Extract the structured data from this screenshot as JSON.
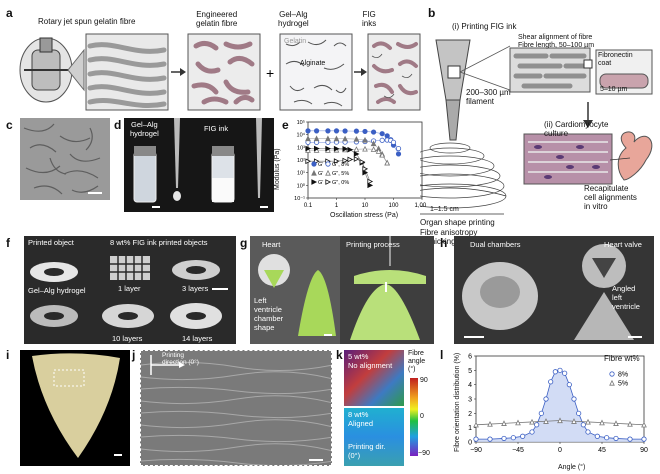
{
  "panels": {
    "a": {
      "letter": "a",
      "step1": "Rotary jet spun gelatin fibre",
      "step2": "Engineered\ngelatin fibre",
      "step3": "Gel–Alg\nhydrogel",
      "step4": "FIG\ninks",
      "gelatin": "Gelatin",
      "alginate": "Alginate",
      "plus": "+"
    },
    "b": {
      "letter": "b",
      "title": "(i) Printing FIG ink",
      "shear": "Shear alignment of fibre",
      "fibre_length": "Fibre length, 50–100 µm",
      "coat": "Fibronectin\ncoat",
      "diameter": "5–10 µm",
      "filament": "200–300 µm\nfilament",
      "culture": "(ii) Cardiomyocyte\nculture",
      "size": "1–1.5 cm",
      "organ": "Organ shape printing",
      "anisotropy": "Fibre anisotropy\nmimicking native ECM",
      "recap": "Recapitulate\ncell alignments\nin vitro"
    },
    "c": {
      "letter": "c"
    },
    "d": {
      "letter": "d",
      "left": "Gel–Alg\nhydrogel",
      "right": "FIG ink"
    },
    "e": {
      "letter": "e",
      "xlabel": "Oscillation stress (Pa)",
      "ylabel": "Modulus (Pa)",
      "legend": [
        "G′",
        "G″, 8%",
        "G′",
        "G″, 5%",
        "G′",
        "G″, 0%"
      ]
    },
    "f": {
      "letter": "f",
      "printed_object": "Printed object",
      "title": "8 wt% FIG ink printed objects",
      "hydrogel": "Gel–Alg hydrogel",
      "l1": "1 layer",
      "l3": "3 layers",
      "l10": "10 layers",
      "l14": "14 layers"
    },
    "g": {
      "letter": "g",
      "heart": "Heart",
      "process": "Printing process",
      "left_ventricle": "Left\nventricle\nchamber\nshape"
    },
    "h": {
      "letter": "h",
      "dual": "Dual chambers",
      "valve": "Heart valve",
      "angled": "Angled\nleft\nventricle"
    },
    "i": {
      "letter": "i"
    },
    "j": {
      "letter": "j",
      "direction": "Printing\ndirection (0°)"
    },
    "k": {
      "letter": "k",
      "top": "5 wt%\nNo alignment",
      "bottom": "8 wt%\nAligned",
      "printing": "Printing dir.\n(0°)",
      "scale_title": "Fibre\nangle\n(°)",
      "scale_max": "90",
      "scale_mid": "0",
      "scale_min": "−90"
    },
    "l": {
      "letter": "l",
      "legend_title": "Fibre wt%",
      "legend": [
        "8%",
        "5%"
      ]
    }
  },
  "colors": {
    "fibre_pink": "#c98a9a",
    "fibre_gray": "#8a8a8a",
    "green_print": "#a8d85a",
    "series_blue": "#3b5fc4",
    "series_gray": "#777777",
    "series_black": "#111111"
  },
  "chart_data": [
    {
      "type": "scatter",
      "panel": "e",
      "title": "",
      "xlabel": "Oscillation stress (Pa)",
      "ylabel": "Modulus (Pa)",
      "xscale": "log",
      "yscale": "log",
      "xlim": [
        0.1,
        1000
      ],
      "ylim": [
        0.1,
        100000
      ],
      "xticks": [
        "0.1",
        "1",
        "10",
        "100",
        "1,000"
      ],
      "yticks": [
        "10⁻¹",
        "10⁰",
        "10¹",
        "10²",
        "10³",
        "10⁴",
        "10⁵"
      ],
      "series": [
        {
          "name": "G′, 8%",
          "color": "#3b5fc4",
          "marker": "filled-circle",
          "x": [
            0.1,
            0.2,
            0.5,
            1,
            2,
            5,
            10,
            20,
            40,
            60,
            80,
            100,
            150
          ],
          "y": [
            20000,
            20000,
            20000,
            20000,
            19500,
            19000,
            18000,
            16000,
            12000,
            8000,
            4000,
            1500,
            300
          ]
        },
        {
          "name": "G″, 8%",
          "color": "#3b5fc4",
          "marker": "open-circle",
          "x": [
            0.1,
            0.2,
            0.5,
            1,
            2,
            5,
            10,
            20,
            40,
            60,
            80,
            100,
            150
          ],
          "y": [
            2500,
            2500,
            2500,
            2600,
            2600,
            2700,
            2900,
            3200,
            3600,
            3800,
            3500,
            2500,
            800
          ]
        },
        {
          "name": "G′, 5%",
          "color": "#777777",
          "marker": "filled-triangle",
          "x": [
            0.1,
            0.2,
            0.5,
            1,
            2,
            5,
            10,
            20,
            30,
            40,
            60
          ],
          "y": [
            5000,
            5000,
            5000,
            4900,
            4800,
            4500,
            3800,
            2000,
            800,
            300,
            60
          ]
        },
        {
          "name": "G″, 5%",
          "color": "#777777",
          "marker": "open-triangle",
          "x": [
            0.1,
            0.2,
            0.5,
            1,
            2,
            5,
            10,
            20,
            30,
            40,
            60
          ],
          "y": [
            600,
            600,
            600,
            620,
            650,
            700,
            750,
            700,
            500,
            250,
            60
          ]
        },
        {
          "name": "G′, 0%",
          "color": "#111111",
          "marker": "filled-triangle-right",
          "x": [
            0.1,
            0.2,
            0.5,
            1,
            2,
            3,
            5,
            8,
            10,
            15
          ],
          "y": [
            800,
            800,
            790,
            780,
            760,
            650,
            300,
            60,
            10,
            1
          ]
        },
        {
          "name": "G″, 0%",
          "color": "#111111",
          "marker": "open-triangle-right",
          "x": [
            0.1,
            0.2,
            0.5,
            1,
            2,
            3,
            5,
            8,
            10,
            15
          ],
          "y": [
            80,
            80,
            80,
            82,
            90,
            110,
            120,
            70,
            20,
            2
          ]
        }
      ]
    },
    {
      "type": "line",
      "panel": "l",
      "title": "",
      "xlabel": "Angle (°)",
      "ylabel": "Fibre orientation distribution (%)",
      "xlim": [
        -90,
        90
      ],
      "ylim": [
        0,
        6
      ],
      "xticks": [
        "−90",
        "−45",
        "0",
        "45",
        "90"
      ],
      "yticks": [
        "0",
        "1",
        "2",
        "3",
        "4",
        "5",
        "6"
      ],
      "legend_title": "Fibre wt%",
      "series": [
        {
          "name": "8%",
          "color": "#3b5fc4",
          "marker": "open-circle",
          "x": [
            -90,
            -75,
            -60,
            -50,
            -40,
            -30,
            -25,
            -20,
            -15,
            -10,
            -5,
            0,
            5,
            10,
            15,
            20,
            25,
            30,
            40,
            50,
            60,
            75,
            90
          ],
          "y": [
            0.2,
            0.2,
            0.25,
            0.3,
            0.4,
            0.7,
            1.2,
            2.0,
            3.0,
            4.2,
            4.9,
            5.0,
            4.8,
            4.0,
            3.0,
            2.0,
            1.2,
            0.7,
            0.4,
            0.3,
            0.25,
            0.2,
            0.2
          ]
        },
        {
          "name": "5%",
          "color": "#777777",
          "marker": "open-triangle",
          "x": [
            -90,
            -75,
            -60,
            -45,
            -30,
            -15,
            0,
            15,
            30,
            45,
            60,
            75,
            90
          ],
          "y": [
            1.2,
            1.25,
            1.3,
            1.35,
            1.4,
            1.45,
            1.5,
            1.45,
            1.4,
            1.35,
            1.3,
            1.25,
            1.2
          ]
        }
      ]
    }
  ]
}
